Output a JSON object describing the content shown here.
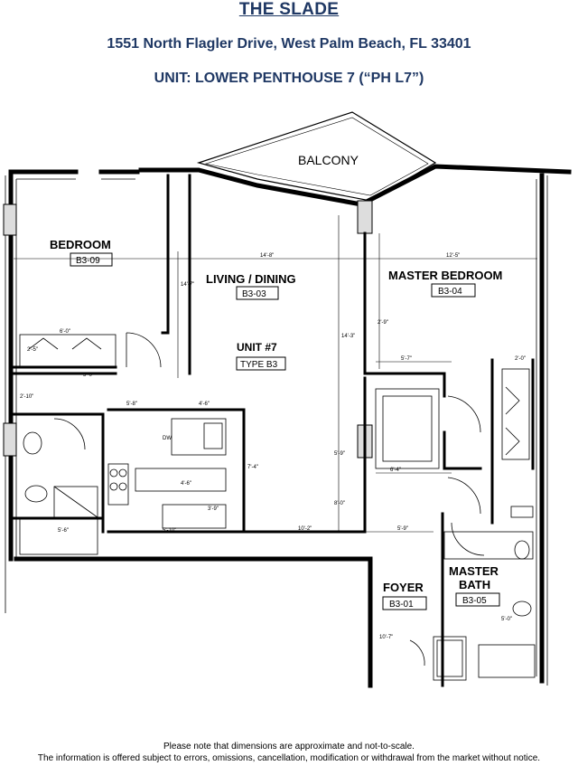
{
  "header": {
    "title": "THE SLADE",
    "address": "1551 North Flagler Drive, West Palm Beach, FL 33401",
    "unit": "UNIT: LOWER PENTHOUSE 7 (“PH L7”)"
  },
  "plan": {
    "balcony": "BALCONY",
    "bedroom": {
      "name": "BEDROOM",
      "tag": "B3-09"
    },
    "living": {
      "name": "LIVING / DINING",
      "tag": "B3-03"
    },
    "master_bedroom": {
      "name": "MASTER BEDROOM",
      "tag": "B3-04"
    },
    "unit_no": {
      "name": "UNIT #7",
      "tag": "TYPE B3"
    },
    "foyer": {
      "name": "FOYER",
      "tag": "B3-01"
    },
    "master_bath": {
      "name_1": "MASTER",
      "name_2": "BATH",
      "tag": "B3-05"
    },
    "dims": {
      "living_width": "14'-8\"",
      "master_width": "12'-5\"",
      "living_depth": "14'-7\"",
      "unit_depth": "14'-3\"",
      "corridor": "10'-2\"",
      "master_closet": "5'-7\"",
      "master_closet_2": "6'-4\"",
      "kitchen_1": "5'-8\"",
      "kitchen_2": "4'-6\"",
      "kitchen_3": "3'-9\"",
      "kitchen_4": "4'-6\"",
      "bath_1": "5'-6\"",
      "bath_2": "2'-10\"",
      "bath_3": "5'-10\"",
      "closet_1": "6'-0\"",
      "closet_2": "3'-0\"",
      "closet_3": "2'-5\"",
      "master_bath_1": "5'-0\"",
      "misc_1": "5'-9\"",
      "misc_2": "2'-0\"",
      "misc_3": "10'-7\"",
      "misc_4": "2'-9\"",
      "misc_5": "5'-9\"",
      "misc_6": "7'-4\"",
      "misc_7": "8'-0\"",
      "dw": "DW"
    }
  },
  "footer": {
    "note_1": "Please note that dimensions are approximate and not-to-scale.",
    "note_2": "The information is offered subject to errors, omissions,  cancellation, modification or withdrawal from the market without notice."
  }
}
